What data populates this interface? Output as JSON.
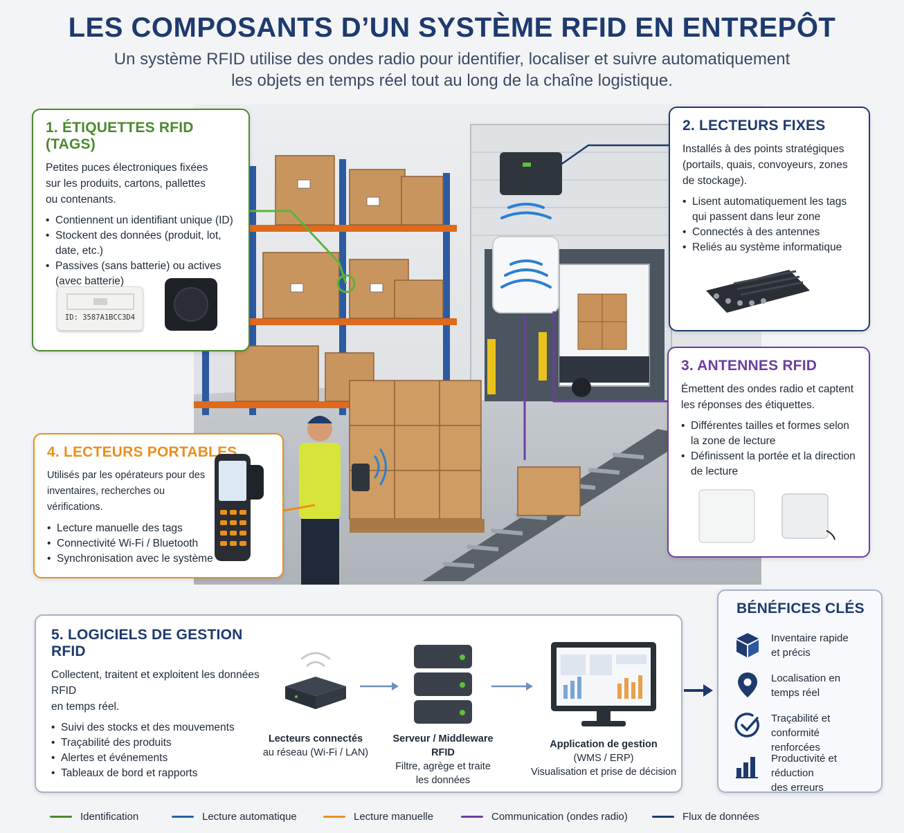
{
  "header": {
    "title": "LES COMPOSANTS D’UN SYSTÈME RFID EN ENTREPÔT",
    "subtitle_line1": "Un système RFID utilise des ondes radio pour identifier, localiser et suivre automatiquement",
    "subtitle_line2": "les objets en temps réel tout au long de la chaîne logistique."
  },
  "card1": {
    "title": "1. ÉTIQUETTES RFID (TAGS)",
    "desc": [
      "Petites puces électroniques fixées",
      "sur les produits, cartons, pallettes",
      "ou contenants."
    ],
    "items": [
      "Contiennent un identifiant unique (ID)",
      "Stockent des données (produit, lot,",
      "date, etc.)",
      "Passives (sans batterie) ou actives",
      "(avec batterie)"
    ],
    "tag_id": "ID: 3587A1BCC3D4",
    "color": "#4a8a2e"
  },
  "card2": {
    "title": "2. LECTEURS FIXES",
    "desc": [
      "Installés à des points stratégiques",
      "(portails, quais, convoyeurs, zones",
      "de stockage)."
    ],
    "items": [
      "Lisent automatiquement les tags",
      "qui passent dans leur zone",
      "Connectés à des antennes",
      "Reliés au système informatique"
    ],
    "color": "#1e3a6e"
  },
  "card3": {
    "title": "3. ANTENNES RFID",
    "desc": [
      "Émettent des ondes radio et captent",
      "les réponses des étiquettes."
    ],
    "items": [
      "Différentes tailles et formes selon",
      "la zone de lecture",
      "Définissent la portée et la direction",
      "de lecture"
    ],
    "color": "#6b3fa0"
  },
  "card4": {
    "title": "4. LECTEURS PORTABLES",
    "desc": [
      "Utilisés par les opérateurs pour des",
      "inventaires, recherches ou vérifications."
    ],
    "items": [
      "Lecture manuelle des tags",
      "Connectivité Wi-Fi / Bluetooth",
      "Synchronisation avec le système"
    ],
    "color": "#e8901e"
  },
  "card5": {
    "title": "5. LOGICIELS DE GESTION RFID",
    "desc": [
      "Collectent, traitent et exploitent les données RFID",
      "en temps réel."
    ],
    "items": [
      "Suivi des stocks et des mouvements",
      "Traçabilité des produits",
      "Alertes et événements",
      "Tableaux de bord et rapports"
    ],
    "flow": [
      {
        "title_l1": "Lecteurs connectés",
        "title_l2": "au réseau (Wi-Fi / LAN)",
        "sub_l1": "",
        "sub_l2": ""
      },
      {
        "title_l1": "Serveur / Middleware RFID",
        "title_l2": "",
        "sub_l1": "Filtre, agrège et traite",
        "sub_l2": "les données"
      },
      {
        "title_l1": "Application de gestion",
        "title_l2": "(WMS / ERP)",
        "sub_l1": "Visualisation et prise de décision",
        "sub_l2": ""
      }
    ]
  },
  "benefits": {
    "title": "BÉNÉFICES CLÉS",
    "items": [
      {
        "icon": "box-icon",
        "l1": "Inventaire rapide",
        "l2": "et précis"
      },
      {
        "icon": "location-pin-icon",
        "l1": "Localisation en",
        "l2": "temps réel"
      },
      {
        "icon": "check-circle-icon",
        "l1": "Traçabilité et conformité",
        "l2": "renforcées"
      },
      {
        "icon": "bar-chart-icon",
        "l1": "Productivité et réduction",
        "l2": "des erreurs"
      }
    ]
  },
  "legend": [
    {
      "label": "Identification",
      "color": "#4a8a2e"
    },
    {
      "label": "Lecture automatique",
      "color": "#2563a0"
    },
    {
      "label": "Lecture manuelle",
      "color": "#e8901e"
    },
    {
      "label": "Communication (ondes radio)",
      "color": "#6b3fa0"
    },
    {
      "label": "Flux de données",
      "color": "#1e3a6e"
    }
  ]
}
